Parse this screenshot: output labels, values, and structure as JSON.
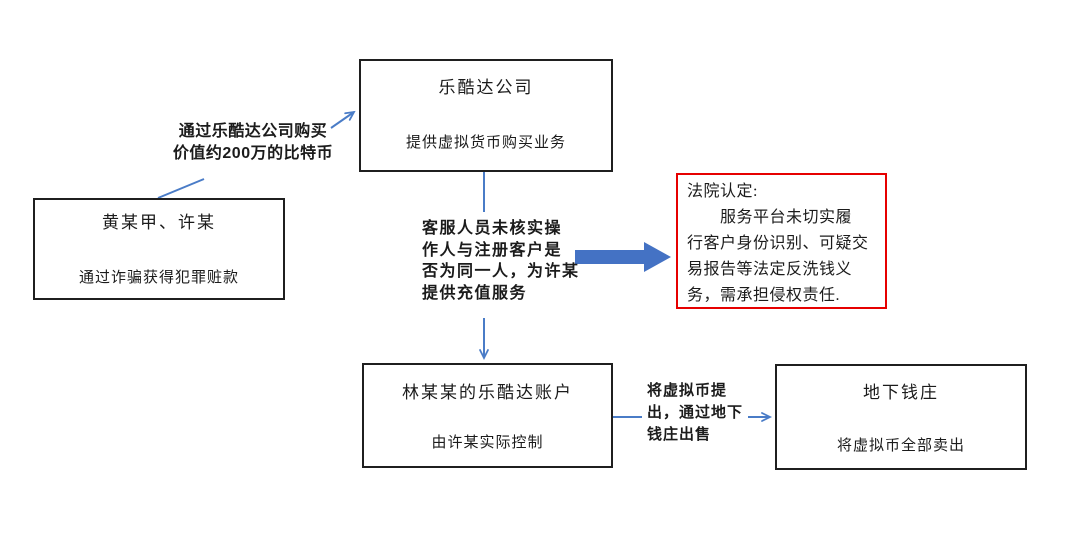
{
  "colors": {
    "connector_blue": "#4a7cc7",
    "block_arrow_blue": "#4472c4",
    "box_border": "#1f1f1f",
    "court_border": "#e60000",
    "text": "#1b1b1b",
    "background": "#ffffff"
  },
  "nodes": {
    "fraudsters": {
      "title": "黄某甲、许某",
      "subtitle": "通过诈骗获得犯罪赃款"
    },
    "company": {
      "title": "乐酷达公司",
      "subtitle": "提供虚拟货币购买业务"
    },
    "account": {
      "title": "林某某的乐酷达账户",
      "subtitle": "由许某实际控制"
    },
    "underground_bank": {
      "title": "地下钱庄",
      "subtitle": "将虚拟币全部卖出"
    }
  },
  "edge_labels": {
    "purchase": "通过乐酷达公司购买\n价值约200万的比特币",
    "recharge": "客服人员未核实操\n作人与注册客户是\n否为同一人，为许某\n提供充值服务",
    "withdraw": "将虚拟币提\n出，通过地下\n钱庄出售"
  },
  "court_finding": {
    "heading": "法院认定:",
    "body": "　　服务平台未切实履\n行客户身份识别、可疑交\n易报告等法定反洗钱义\n务，需承担侵权责任."
  }
}
